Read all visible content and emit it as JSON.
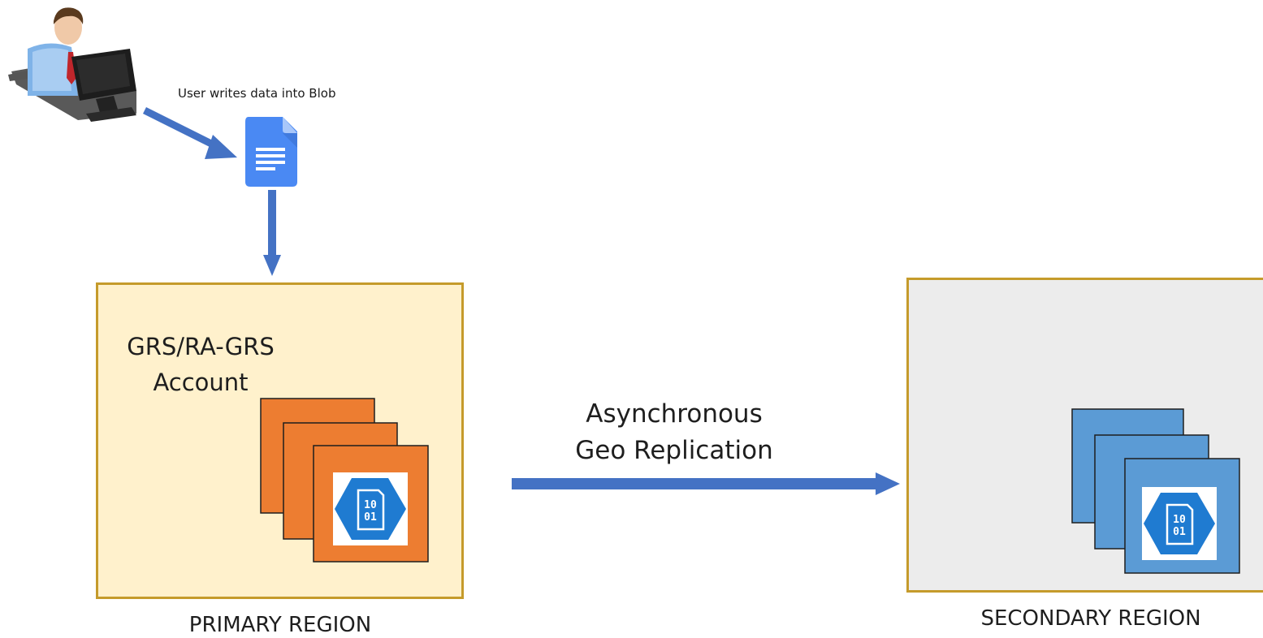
{
  "diagram": {
    "user_caption": "User writes data into Blob",
    "primary": {
      "account_line1": "GRS/RA-GRS",
      "account_line2": "Account",
      "region_label": "PRIMARY REGION"
    },
    "replication": {
      "line1": "Asynchronous",
      "line2": "Geo Replication"
    },
    "secondary": {
      "region_label": "SECONDARY REGION"
    },
    "blob_icon_text": {
      "top": "10",
      "bottom": "01"
    },
    "icons": [
      "user-computer-icon",
      "document-icon",
      "blob-storage-icon"
    ],
    "colors": {
      "arrow": "#4472c4",
      "document": "#4a89f3",
      "primary_fill": "#fff1cc",
      "primary_tile": "#ed7d31",
      "secondary_fill": "#ececec",
      "secondary_tile": "#5b9bd5",
      "region_border": "#c59b2b",
      "blob_hex": "#1f7bd1"
    }
  }
}
